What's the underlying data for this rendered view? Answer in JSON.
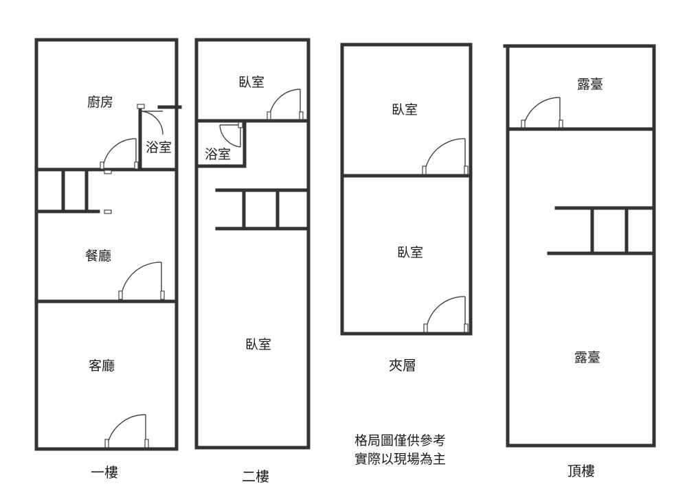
{
  "floor_1": {
    "kitchen": "廚房",
    "bath": "浴室",
    "dining": "餐廳",
    "living": "客廳",
    "caption": "一樓"
  },
  "floor_2": {
    "bedroom_top": "臥室",
    "bath": "浴室",
    "bedroom_main": "臥室",
    "caption": "二樓"
  },
  "mezzanine": {
    "bedroom_top": "臥室",
    "bedroom_bottom": "臥室",
    "caption": "夾層"
  },
  "rooftop": {
    "terrace_top": "露臺",
    "terrace_main": "露臺",
    "caption": "頂樓"
  },
  "note": {
    "line1": "格局圖僅供參考",
    "line2": "實際以現場為主"
  }
}
